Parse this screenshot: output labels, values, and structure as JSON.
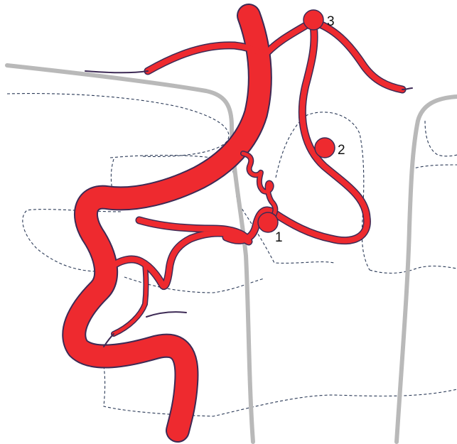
{
  "colors": {
    "vessel_fill": "#ee2a2f",
    "vessel_outline": "#3d2a55",
    "bone_line": "#b9b9b9",
    "outline_dash": "#2b3a57",
    "background": "#ffffff"
  },
  "markers": [
    {
      "id": "1",
      "label": "1"
    },
    {
      "id": "2",
      "label": "2"
    },
    {
      "id": "3",
      "label": "3"
    }
  ]
}
